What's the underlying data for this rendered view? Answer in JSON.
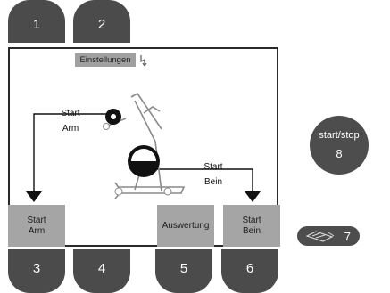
{
  "top_tabs": [
    {
      "number": "1"
    },
    {
      "number": "2"
    }
  ],
  "bottom_tabs": [
    {
      "number": "3"
    },
    {
      "number": "4"
    },
    {
      "number": "5"
    },
    {
      "number": "6"
    }
  ],
  "screen": {
    "settings_label": "Einstellungen",
    "arm_label": {
      "line1": "Start",
      "line2": "Arm"
    },
    "leg_label": {
      "line1": "Start",
      "line2": "Bein"
    }
  },
  "buttons": {
    "start_arm": {
      "line1": "Start",
      "line2": "Arm"
    },
    "auswertung": "Auswertung",
    "start_bein": {
      "line1": "Start",
      "line2": "Bein"
    }
  },
  "start_stop": {
    "label": "start/stop",
    "number": "8"
  },
  "remote": {
    "number": "7",
    "icon": "remote-control-icon"
  },
  "colors": {
    "dark": "#4b4b4b",
    "button_gray": "#a5a5a5",
    "frame": "#2a2a2a"
  }
}
